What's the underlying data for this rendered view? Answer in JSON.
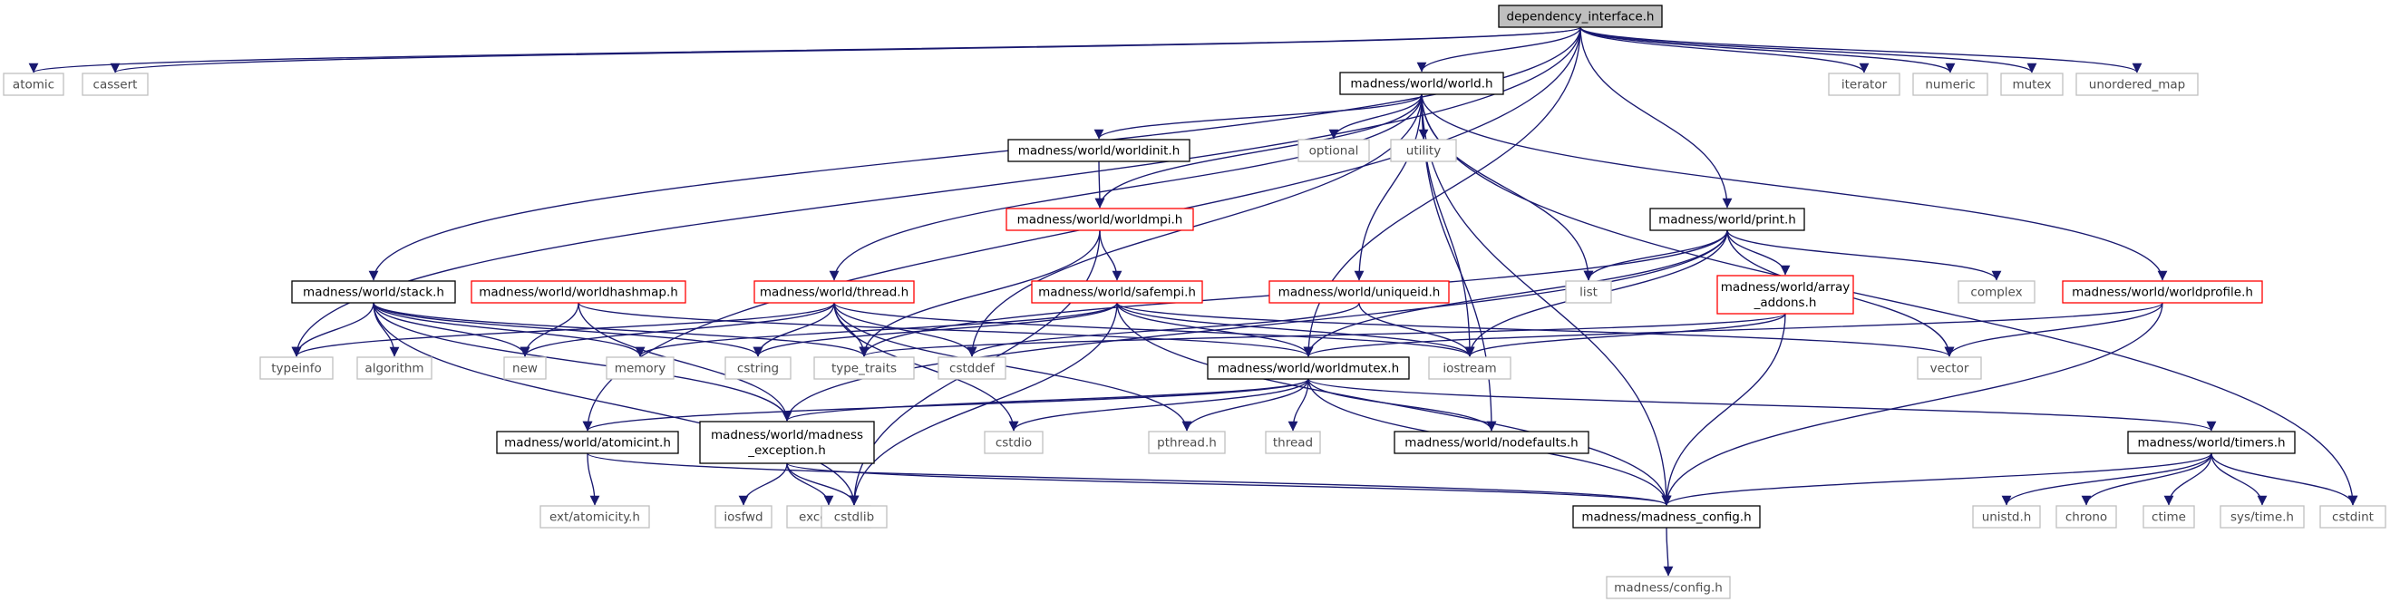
{
  "nodes": [
    {
      "id": "dependency_interface",
      "label": "dependency_interface.h",
      "kind": "root"
    },
    {
      "id": "atomic",
      "label": "atomic",
      "kind": "std"
    },
    {
      "id": "cassert",
      "label": "cassert",
      "kind": "std"
    },
    {
      "id": "iterator",
      "label": "iterator",
      "kind": "std"
    },
    {
      "id": "numeric",
      "label": "numeric",
      "kind": "std"
    },
    {
      "id": "mutex",
      "label": "mutex",
      "kind": "std"
    },
    {
      "id": "unordered_map",
      "label": "unordered_map",
      "kind": "std"
    },
    {
      "id": "world",
      "label": "madness/world/world.h",
      "kind": "doc"
    },
    {
      "id": "optional",
      "label": "optional",
      "kind": "std"
    },
    {
      "id": "utility",
      "label": "utility",
      "kind": "std"
    },
    {
      "id": "worldinit",
      "label": "madness/world/worldinit.h",
      "kind": "doc"
    },
    {
      "id": "worldmpi",
      "label": "madness/world/worldmpi.h",
      "kind": "red"
    },
    {
      "id": "print",
      "label": "madness/world/print.h",
      "kind": "doc"
    },
    {
      "id": "list",
      "label": "list",
      "kind": "std"
    },
    {
      "id": "complex",
      "label": "complex",
      "kind": "std"
    },
    {
      "id": "stack",
      "label": "madness/world/stack.h",
      "kind": "doc"
    },
    {
      "id": "worldhashmap",
      "label": "madness/world/worldhashmap.h",
      "kind": "red"
    },
    {
      "id": "thread",
      "label": "madness/world/thread.h",
      "kind": "red"
    },
    {
      "id": "safempi",
      "label": "madness/world/safempi.h",
      "kind": "red"
    },
    {
      "id": "uniqueid",
      "label": "madness/world/uniqueid.h",
      "kind": "red"
    },
    {
      "id": "array_addons",
      "label": "madness/world/array\n_addons.h",
      "kind": "red"
    },
    {
      "id": "worldprofile",
      "label": "madness/world/worldprofile.h",
      "kind": "red"
    },
    {
      "id": "typeinfo",
      "label": "typeinfo",
      "kind": "std"
    },
    {
      "id": "algorithm",
      "label": "algorithm",
      "kind": "std"
    },
    {
      "id": "new",
      "label": "new",
      "kind": "std"
    },
    {
      "id": "memory",
      "label": "memory",
      "kind": "std"
    },
    {
      "id": "cstring",
      "label": "cstring",
      "kind": "std"
    },
    {
      "id": "type_traits",
      "label": "type_traits",
      "kind": "std"
    },
    {
      "id": "cstddef",
      "label": "cstddef",
      "kind": "std"
    },
    {
      "id": "worldmutex",
      "label": "madness/world/worldmutex.h",
      "kind": "doc"
    },
    {
      "id": "iostream",
      "label": "iostream",
      "kind": "std"
    },
    {
      "id": "vector",
      "label": "vector",
      "kind": "std"
    },
    {
      "id": "atomicint",
      "label": "madness/world/atomicint.h",
      "kind": "doc"
    },
    {
      "id": "madness_exception",
      "label": "madness/world/madness\n_exception.h",
      "kind": "doc"
    },
    {
      "id": "cstdio",
      "label": "cstdio",
      "kind": "std"
    },
    {
      "id": "pthread",
      "label": "pthread.h",
      "kind": "std"
    },
    {
      "id": "thread_std",
      "label": "thread",
      "kind": "std"
    },
    {
      "id": "nodefaults",
      "label": "madness/world/nodefaults.h",
      "kind": "doc"
    },
    {
      "id": "timers",
      "label": "madness/world/timers.h",
      "kind": "doc"
    },
    {
      "id": "ext_atomicity",
      "label": "ext/atomicity.h",
      "kind": "std"
    },
    {
      "id": "iosfwd",
      "label": "iosfwd",
      "kind": "std"
    },
    {
      "id": "exception",
      "label": "exception",
      "kind": "std"
    },
    {
      "id": "cstdlib",
      "label": "cstdlib",
      "kind": "std"
    },
    {
      "id": "madness_config",
      "label": "madness/madness_config.h",
      "kind": "doc"
    },
    {
      "id": "unistd",
      "label": "unistd.h",
      "kind": "std"
    },
    {
      "id": "chrono",
      "label": "chrono",
      "kind": "std"
    },
    {
      "id": "ctime",
      "label": "ctime",
      "kind": "std"
    },
    {
      "id": "sys_time",
      "label": "sys/time.h",
      "kind": "std"
    },
    {
      "id": "cstdint",
      "label": "cstdint",
      "kind": "std"
    },
    {
      "id": "config",
      "label": "madness/config.h",
      "kind": "std"
    }
  ],
  "edges": [
    [
      "dependency_interface",
      "atomic"
    ],
    [
      "dependency_interface",
      "cassert"
    ],
    [
      "dependency_interface",
      "iterator"
    ],
    [
      "dependency_interface",
      "numeric"
    ],
    [
      "dependency_interface",
      "mutex"
    ],
    [
      "dependency_interface",
      "unordered_map"
    ],
    [
      "dependency_interface",
      "world"
    ],
    [
      "dependency_interface",
      "print"
    ],
    [
      "dependency_interface",
      "stack"
    ],
    [
      "dependency_interface",
      "typeinfo"
    ],
    [
      "dependency_interface",
      "atomicint"
    ],
    [
      "dependency_interface",
      "worldmutex"
    ],
    [
      "world",
      "optional"
    ],
    [
      "world",
      "utility"
    ],
    [
      "world",
      "worldinit"
    ],
    [
      "world",
      "worldmpi"
    ],
    [
      "world",
      "thread"
    ],
    [
      "world",
      "uniqueid"
    ],
    [
      "world",
      "worldprofile"
    ],
    [
      "world",
      "list"
    ],
    [
      "world",
      "iostream"
    ],
    [
      "world",
      "cstddef"
    ],
    [
      "world",
      "cstdint"
    ],
    [
      "world",
      "madness_config"
    ],
    [
      "world",
      "nodefaults"
    ],
    [
      "worldinit",
      "worldmpi"
    ],
    [
      "worldmpi",
      "safempi"
    ],
    [
      "worldmpi",
      "type_traits"
    ],
    [
      "worldmpi",
      "cstdlib"
    ],
    [
      "print",
      "list"
    ],
    [
      "print",
      "complex"
    ],
    [
      "print",
      "array_addons"
    ],
    [
      "print",
      "vector"
    ],
    [
      "print",
      "iostream"
    ],
    [
      "print",
      "type_traits"
    ],
    [
      "print",
      "worldmutex"
    ],
    [
      "print",
      "madness_exception"
    ],
    [
      "stack",
      "typeinfo"
    ],
    [
      "stack",
      "algorithm"
    ],
    [
      "stack",
      "new"
    ],
    [
      "stack",
      "memory"
    ],
    [
      "stack",
      "cstring"
    ],
    [
      "stack",
      "type_traits"
    ],
    [
      "stack",
      "madness_exception"
    ],
    [
      "stack",
      "cstdlib"
    ],
    [
      "worldhashmap",
      "new"
    ],
    [
      "worldhashmap",
      "madness_exception"
    ],
    [
      "worldhashmap",
      "worldmutex"
    ],
    [
      "thread",
      "typeinfo"
    ],
    [
      "thread",
      "new"
    ],
    [
      "thread",
      "cstring"
    ],
    [
      "thread",
      "type_traits"
    ],
    [
      "thread",
      "cstddef"
    ],
    [
      "thread",
      "cstdio"
    ],
    [
      "thread",
      "pthread"
    ],
    [
      "thread",
      "iostream"
    ],
    [
      "safempi",
      "memory"
    ],
    [
      "safempi",
      "cstring"
    ],
    [
      "safempi",
      "cstdlib"
    ],
    [
      "safempi",
      "worldmutex"
    ],
    [
      "safempi",
      "iostream"
    ],
    [
      "safempi",
      "vector"
    ],
    [
      "safempi",
      "madness_config"
    ],
    [
      "uniqueid",
      "cstddef"
    ],
    [
      "uniqueid",
      "iostream"
    ],
    [
      "array_addons",
      "type_traits"
    ],
    [
      "array_addons",
      "iostream"
    ],
    [
      "array_addons",
      "madness_config"
    ],
    [
      "worldprofile",
      "worldmutex"
    ],
    [
      "worldprofile",
      "vector"
    ],
    [
      "worldprofile",
      "madness_config"
    ],
    [
      "worldmutex",
      "atomicint"
    ],
    [
      "worldmutex",
      "madness_exception"
    ],
    [
      "worldmutex",
      "cstdio"
    ],
    [
      "worldmutex",
      "pthread"
    ],
    [
      "worldmutex",
      "thread_std"
    ],
    [
      "worldmutex",
      "nodefaults"
    ],
    [
      "worldmutex",
      "timers"
    ],
    [
      "worldmutex",
      "madness_config"
    ],
    [
      "atomicint",
      "ext_atomicity"
    ],
    [
      "atomicint",
      "madness_config"
    ],
    [
      "madness_exception",
      "iosfwd"
    ],
    [
      "madness_exception",
      "exception"
    ],
    [
      "madness_exception",
      "cstdlib"
    ],
    [
      "madness_exception",
      "madness_config"
    ],
    [
      "timers",
      "unistd"
    ],
    [
      "timers",
      "chrono"
    ],
    [
      "timers",
      "ctime"
    ],
    [
      "timers",
      "sys_time"
    ],
    [
      "timers",
      "cstdint"
    ],
    [
      "timers",
      "madness_config"
    ],
    [
      "madness_config",
      "config"
    ]
  ]
}
